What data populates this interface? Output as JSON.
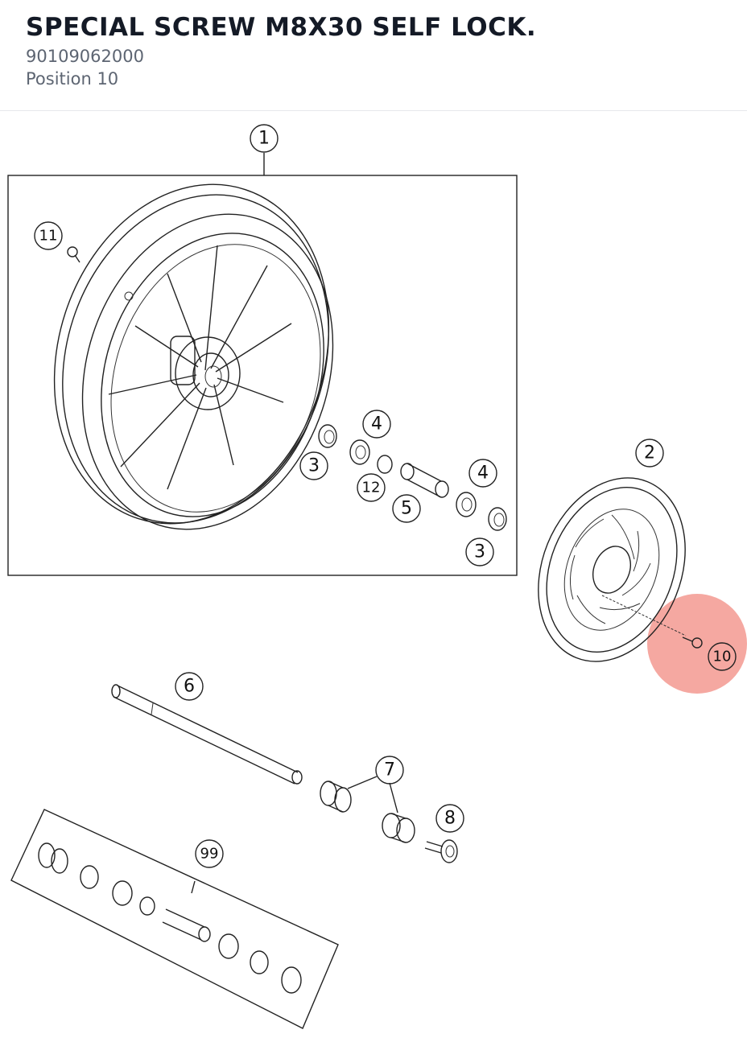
{
  "header": {
    "title": "SPECIAL SCREW M8X30 SELF LOCK.",
    "part_number": "90109062000",
    "position": "Position 10"
  },
  "diagram": {
    "highlight_color": "#f28b82",
    "callouts": {
      "c1": "1",
      "c2": "2",
      "c3a": "3",
      "c3b": "3",
      "c4a": "4",
      "c4b": "4",
      "c5": "5",
      "c6": "6",
      "c7": "7",
      "c8": "8",
      "c10": "10",
      "c11": "11",
      "c12": "12",
      "c99": "99"
    }
  }
}
